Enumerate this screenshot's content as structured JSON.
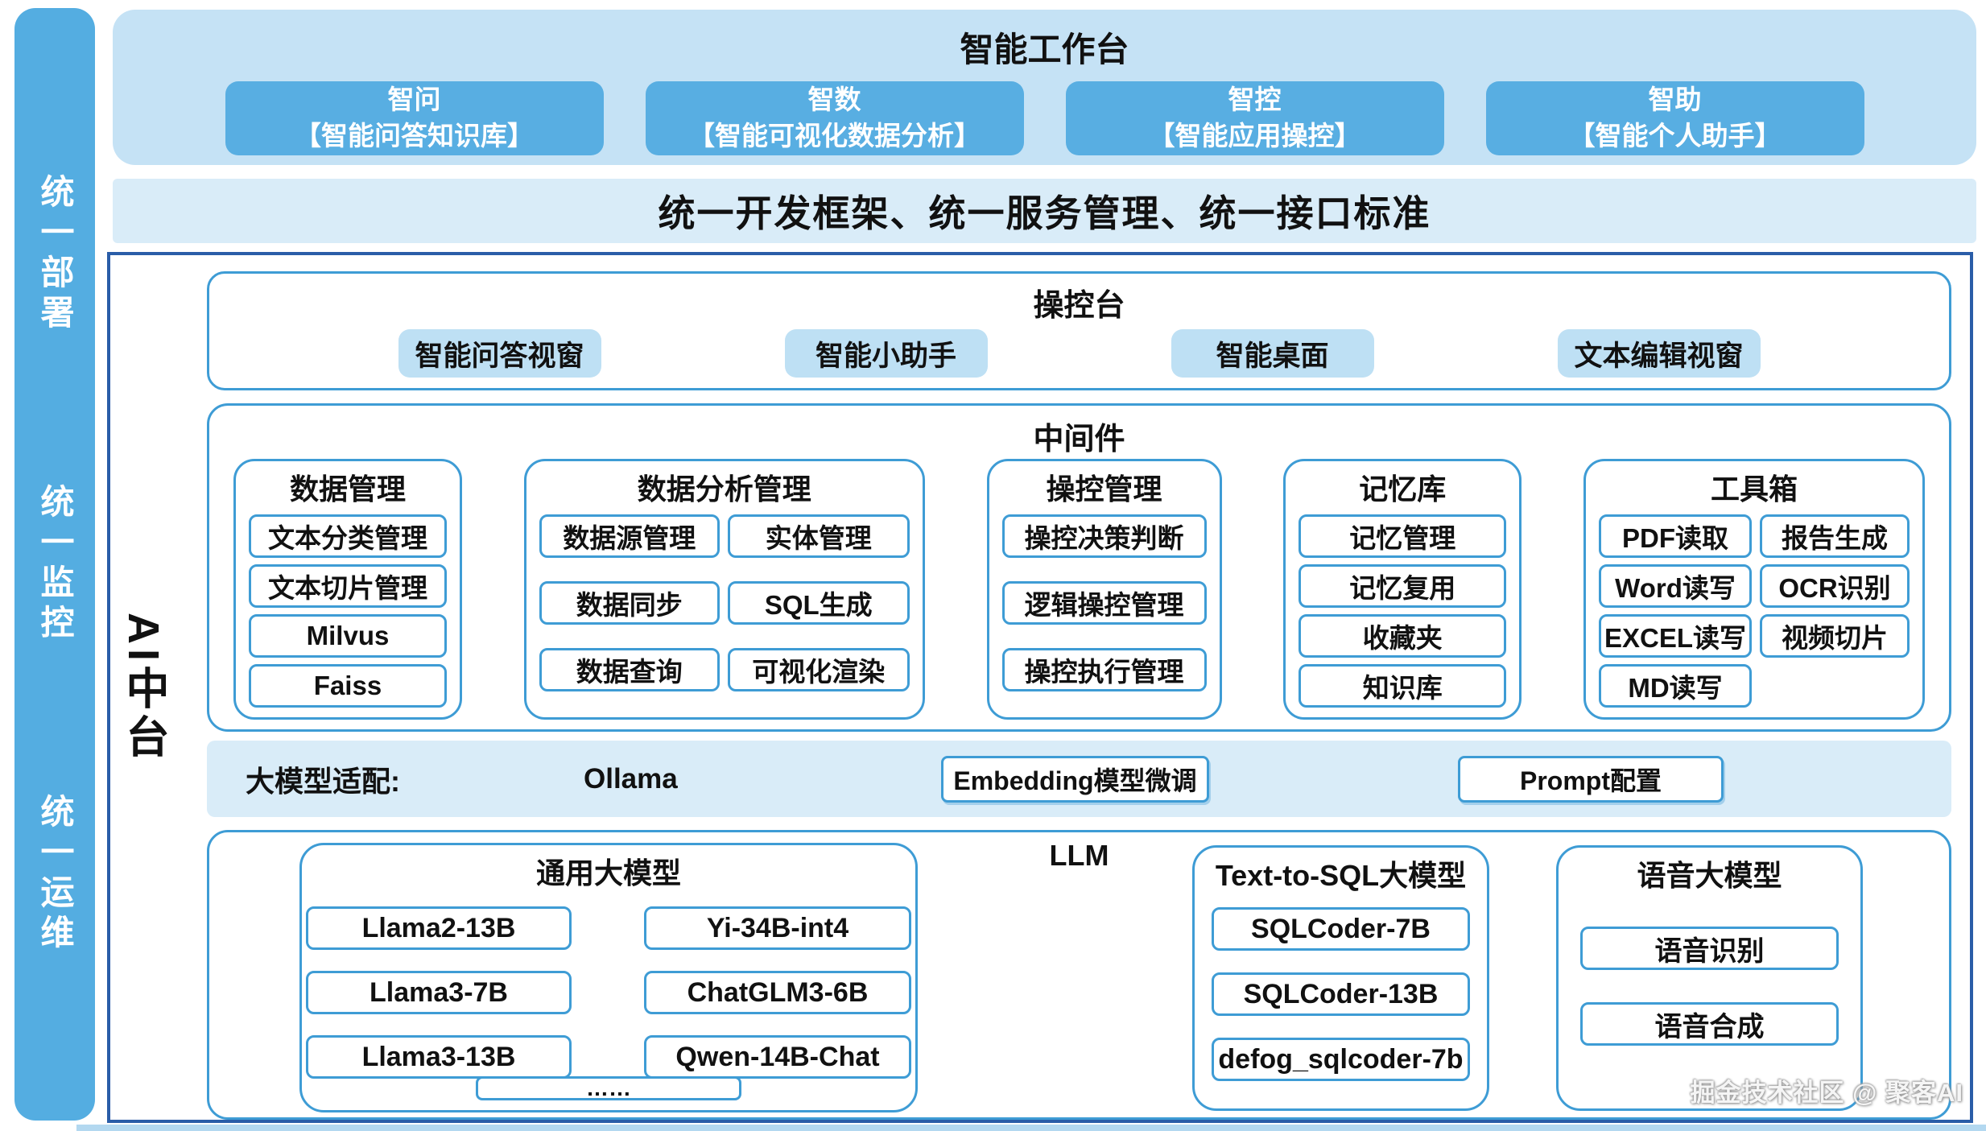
{
  "colors": {
    "sidebar_blue": "#54ADE1",
    "panel_light_blue": "#C5E2F5",
    "bar_light_blue": "#D9ECF8",
    "button_blue": "#58AEE2",
    "console_button_blue": "#BEE0F4",
    "border_blue": "#3E9CD5",
    "outer_border_navy": "#2A5DA8"
  },
  "sidebar": {
    "items": [
      "统一部署",
      "统一监控",
      "统一运维"
    ]
  },
  "workbench": {
    "title": "智能工作台",
    "buttons": [
      {
        "name": "智问",
        "desc": "【智能问答知识库】"
      },
      {
        "name": "智数",
        "desc": "【智能可视化数据分析】"
      },
      {
        "name": "智控",
        "desc": "【智能应用操控】"
      },
      {
        "name": "智助",
        "desc": "【智能个人助手】"
      }
    ]
  },
  "unified_bar": {
    "text": "统一开发框架、统一服务管理、统一接口标准"
  },
  "ai_platform": {
    "label": "AI中台",
    "console": {
      "title": "操控台",
      "buttons": [
        "智能问答视窗",
        "智能小助手",
        "智能桌面",
        "文本编辑视窗"
      ]
    },
    "middleware": {
      "title": "中间件",
      "groups": {
        "data_mgmt": {
          "title": "数据管理",
          "items": [
            "文本分类管理",
            "文本切片管理",
            "Milvus",
            "Faiss"
          ]
        },
        "data_analysis": {
          "title": "数据分析管理",
          "col1": [
            "数据源管理",
            "数据同步",
            "数据查询"
          ],
          "col2": [
            "实体管理",
            "SQL生成",
            "可视化渲染"
          ]
        },
        "control_mgmt": {
          "title": "操控管理",
          "items": [
            "操控决策判断",
            "逻辑操控管理",
            "操控执行管理"
          ]
        },
        "memory": {
          "title": "记忆库",
          "items": [
            "记忆管理",
            "记忆复用",
            "收藏夹",
            "知识库"
          ]
        },
        "toolbox": {
          "title": "工具箱",
          "col1": [
            "PDF读取",
            "Word读写",
            "EXCEL读写",
            "MD读写"
          ],
          "col2": [
            "报告生成",
            "OCR识别",
            "视频切片"
          ]
        }
      }
    },
    "adapter_bar": {
      "label": "大模型适配:",
      "runtime": "Ollama",
      "boxes": [
        "Embedding模型微调",
        "Prompt配置"
      ]
    },
    "llm": {
      "title": "LLM",
      "general": {
        "title": "通用大模型",
        "col1": [
          "Llama2-13B",
          "Llama3-7B",
          "Llama3-13B"
        ],
        "col2": [
          "Yi-34B-int4",
          "ChatGLM3-6B",
          "Qwen-14B-Chat"
        ],
        "more": "……"
      },
      "text_to_sql": {
        "title": "Text-to-SQL大模型",
        "items": [
          "SQLCoder-7B",
          "SQLCoder-13B",
          "defog_sqlcoder-7b"
        ]
      },
      "speech": {
        "title": "语音大模型",
        "items": [
          "语音识别",
          "语音合成"
        ]
      }
    }
  },
  "watermark": "掘金技术社区 @ 聚客AI"
}
